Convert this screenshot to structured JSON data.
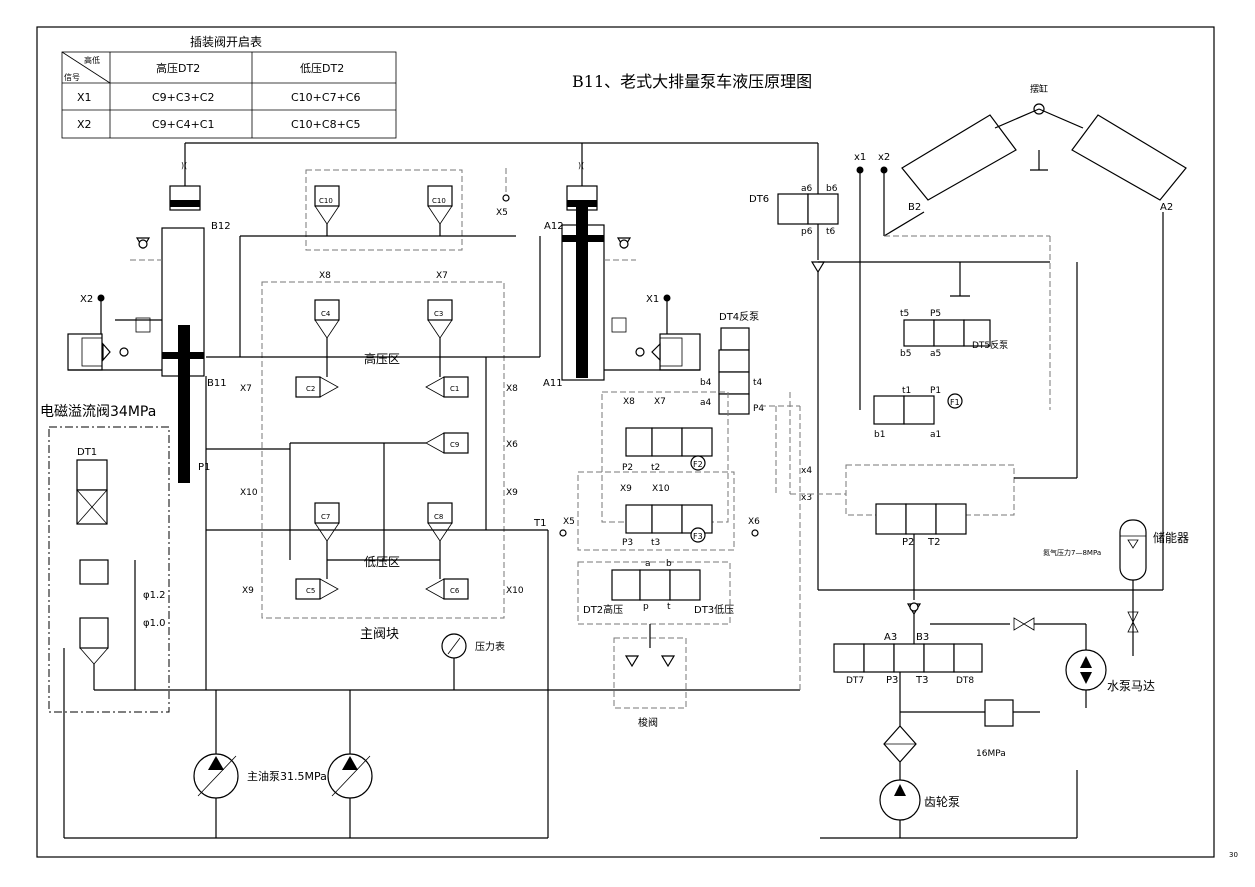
{
  "title": "B11、老式大排量泵车液压原理图",
  "page_number": "30",
  "valve_table": {
    "caption": "插装阀开启表",
    "corner_top": "高低",
    "corner_bottom": "信号",
    "columns": [
      "高压DT2",
      "低压DT2"
    ],
    "rows": [
      {
        "signal": "X1",
        "high": "C9+C3+C2",
        "low": "C10+C7+C6"
      },
      {
        "signal": "X2",
        "high": "C9+C4+C1",
        "low": "C10+C8+C5"
      }
    ]
  },
  "labels": {
    "main_block": "主阀块",
    "high_zone": "高压区",
    "low_zone": "低压区",
    "relief_valve": "电磁溢流阀34MPa",
    "pressure_gauge": "压力表",
    "main_pump": "主油泵31.5MPa",
    "shuttle": "梭阀",
    "accumulator": "储能器",
    "nitrogen": "氮气压力7—8MPa",
    "water_pump_motor": "水泵马达",
    "gear_pump": "齿轮泵",
    "swing_cyl": "摆缸",
    "dt4": "DT4反泵",
    "dt5": "DT5反泵",
    "dt2": "DT2高压",
    "dt3": "DT3低压",
    "mpa16": "16MPa",
    "phi12": "φ1.2",
    "phi10": "φ1.0"
  },
  "tags": {
    "B12": "B12",
    "B11": "B11",
    "A12": "A12",
    "A11": "A11",
    "X1": "X1",
    "X2": "X2",
    "X5": "X5",
    "X6": "X6",
    "X7": "X7",
    "X8": "X8",
    "X9": "X9",
    "X10": "X10",
    "x1": "x1",
    "x2": "x2",
    "x3": "x3",
    "x4": "x4",
    "P1": "P1",
    "T1": "T1",
    "P2": "P2",
    "T2": "T2",
    "P3": "P3",
    "T3": "T3",
    "P4": "P4",
    "P5": "P5",
    "A2": "A2",
    "B2": "B2",
    "A3": "A3",
    "B3": "B3",
    "a1": "a1",
    "b1": "b1",
    "t1": "t1",
    "a4": "a4",
    "b4": "b4",
    "t4": "t4",
    "a5": "a5",
    "b5": "b5",
    "t5": "t5",
    "a6": "a6",
    "b6": "b6",
    "p6": "p6",
    "t6": "t6",
    "p2": "P2",
    "t2": "t2",
    "p3": "P3",
    "t3": "t3",
    "a": "a",
    "b": "b",
    "p": "p",
    "t": "t",
    "F1": "F1",
    "F2": "F2",
    "F3": "F3",
    "DT1": "DT1",
    "DT6": "DT6",
    "DT7": "DT7",
    "DT8": "DT8",
    "C1": "C1",
    "C2": "C2",
    "C3": "C3",
    "C4": "C4",
    "C5": "C5",
    "C6": "C6",
    "C7": "C7",
    "C8": "C8",
    "C9": "C9",
    "C10a": "C10",
    "C10b": "C10"
  }
}
